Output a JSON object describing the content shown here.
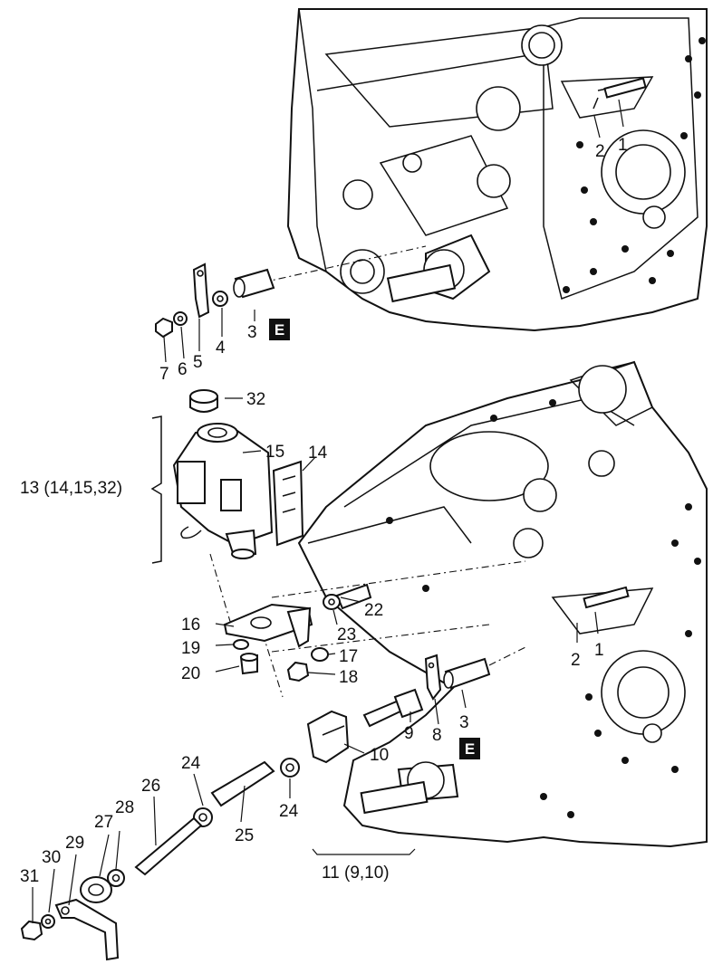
{
  "labels": {
    "l1a": "1",
    "l2a": "2",
    "l3a": "3",
    "l4": "4",
    "l5": "5",
    "l6": "6",
    "l7": "7",
    "l32": "32",
    "l13": "13 (14,15,32)",
    "l15": "15",
    "l14": "14",
    "l16": "16",
    "l19": "19",
    "l20": "20",
    "l22": "22",
    "l23": "23",
    "l17": "17",
    "l18": "18",
    "l1b": "1",
    "l2b": "2",
    "l3b": "3",
    "l8": "8",
    "l9": "9",
    "l10": "10",
    "l24a": "24",
    "l24b": "24",
    "l25": "25",
    "l26": "26",
    "l27": "27",
    "l28": "28",
    "l29": "29",
    "l30": "30",
    "l31": "31",
    "l11": "11 (9,10)"
  },
  "badges": {
    "upper": "E",
    "lower": "E"
  },
  "colors": {
    "ink": "#111111",
    "paper": "#ffffff"
  }
}
